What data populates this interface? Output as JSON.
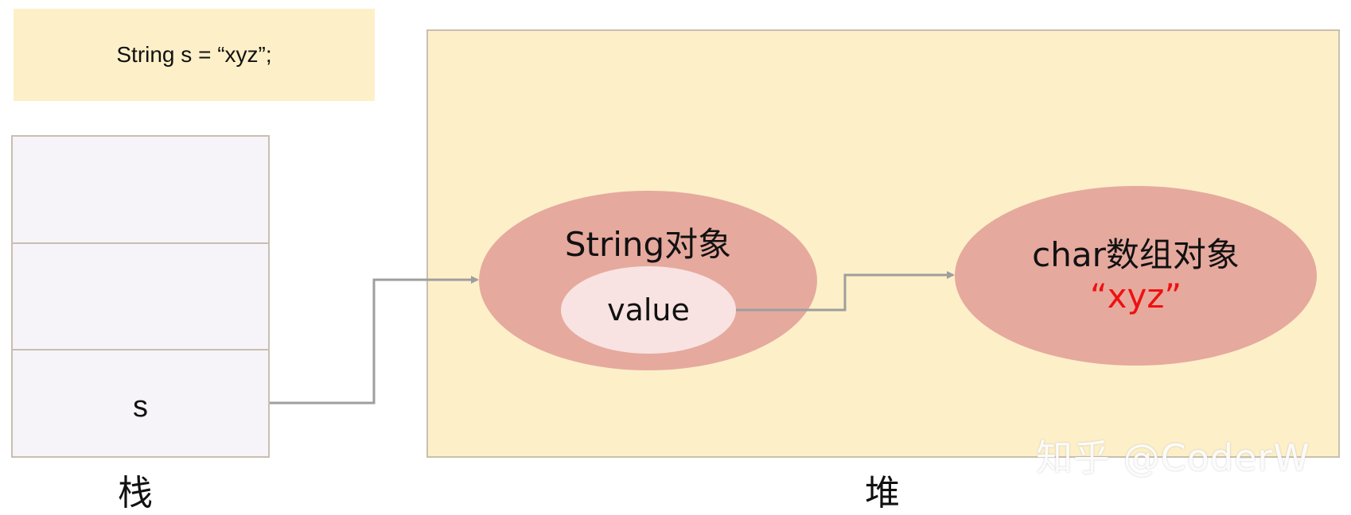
{
  "code": {
    "statement": "String s = “xyz”;"
  },
  "stack": {
    "cells": [
      "",
      "",
      "s"
    ],
    "label": "栈"
  },
  "heap": {
    "label": "堆",
    "string_object": {
      "label": "String对象",
      "field": "value"
    },
    "char_array_object": {
      "label": "char数组对象",
      "value": "“xyz”"
    }
  },
  "watermark": "知乎 @CoderW",
  "colors": {
    "code_box_bg": "#fdf0c8",
    "heap_bg": "#fdf0c8",
    "stack_bg": "#f6f4f9",
    "object_fill": "#e6a99e",
    "field_fill": "#f8e3e2",
    "value_text": "#ee1111",
    "arrow": "#9e9e9e"
  }
}
